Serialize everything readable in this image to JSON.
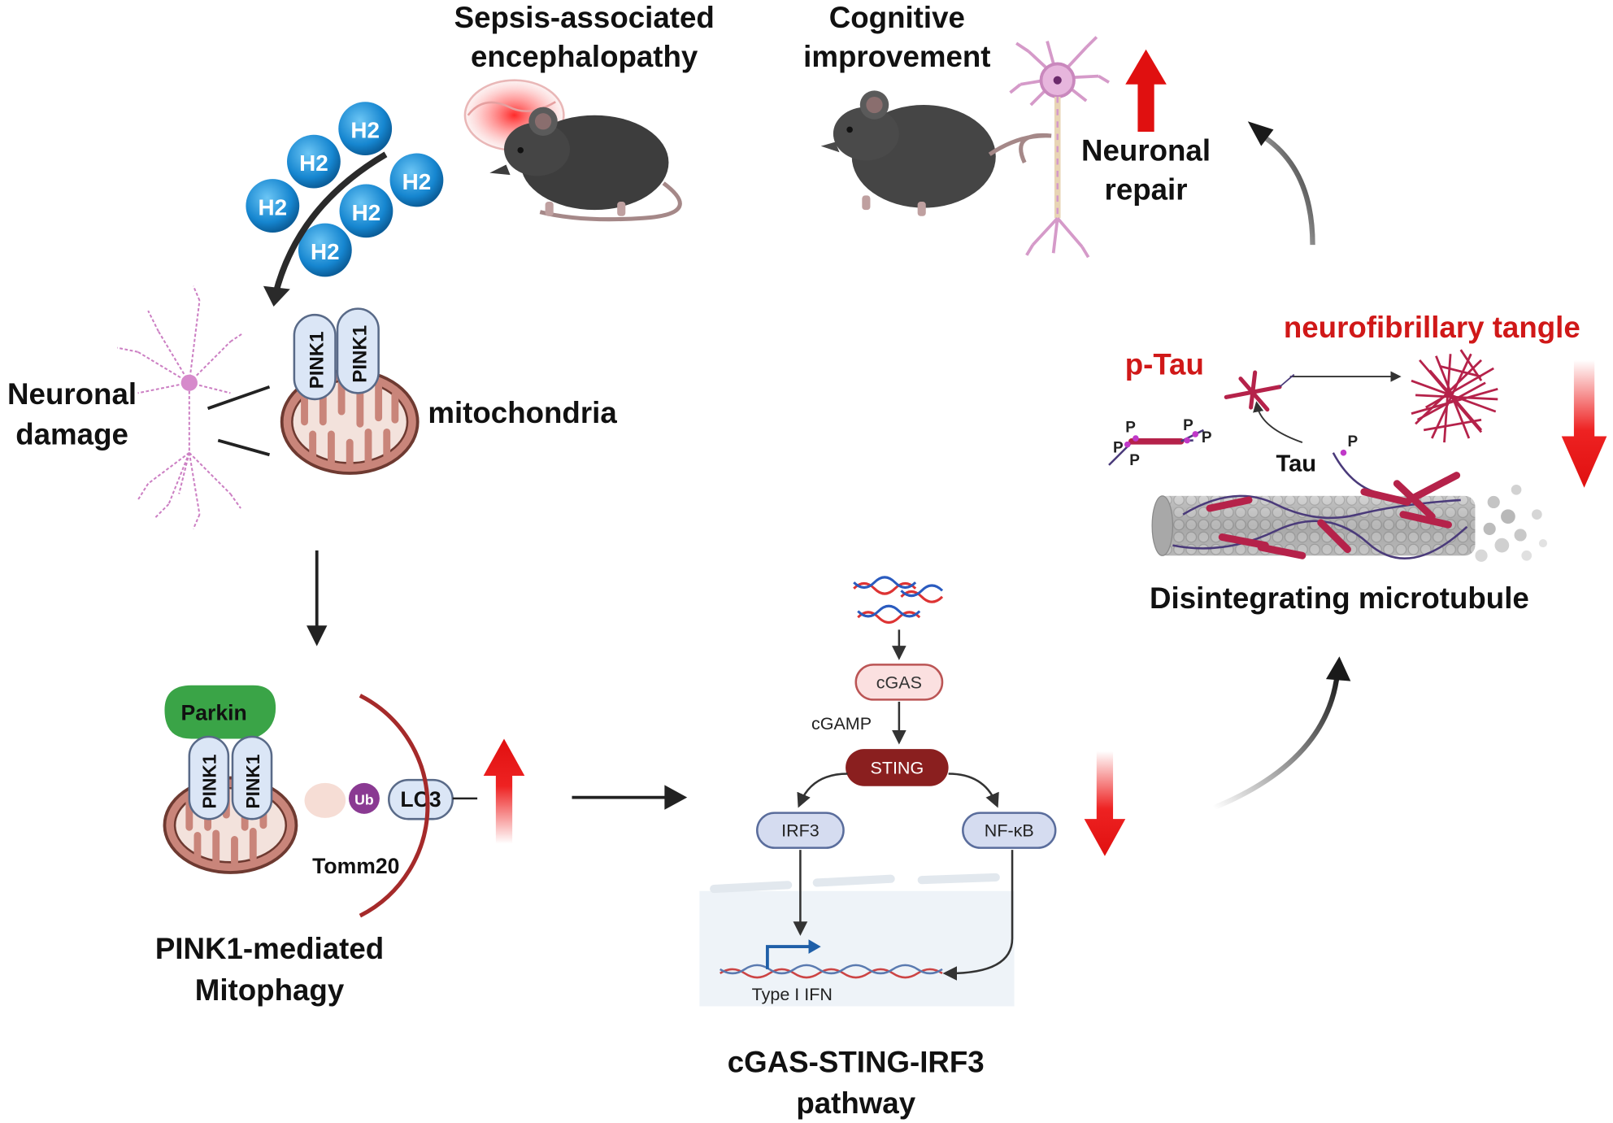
{
  "top": {
    "sepsis_line1": "Sepsis-associated",
    "sepsis_line2": "encephalopathy",
    "cognitive_line1": "Cognitive",
    "cognitive_line2": "improvement",
    "repair_line1": "Neuronal",
    "repair_line2": "repair"
  },
  "h2_molecule": "H2",
  "left": {
    "damage_line1": "Neuronal",
    "damage_line2": "damage",
    "mitochondria": "mitochondria",
    "pink1": "PINK1"
  },
  "mitophagy": {
    "parkin": "Parkin",
    "ub": "Ub",
    "lc3": "LC3",
    "tomm20": "Tomm20",
    "title_line1": "PINK1-mediated",
    "title_line2": "Mitophagy"
  },
  "pathway": {
    "cgas": "cGAS",
    "cgamp": "cGAMP",
    "sting": "STING",
    "irf3": "IRF3",
    "nfkb": "NF-κB",
    "type1ifn": "Type I IFN",
    "title_line1": "cGAS-STING-IRF3",
    "title_line2": "pathway"
  },
  "tau": {
    "tangle": "neurofibrillary tangle",
    "ptau": "p-Tau",
    "tau": "Tau",
    "p": "P",
    "microtubule": "Disintegrating microtubule"
  },
  "colors": {
    "accent_red": "#d01818",
    "h2_blue": "#1d8fd6",
    "mito_fill": "#c9857a",
    "sting_dark": "#8a1f1f",
    "parkin_green": "#3aa447",
    "tau_crimson": "#b5224a"
  }
}
